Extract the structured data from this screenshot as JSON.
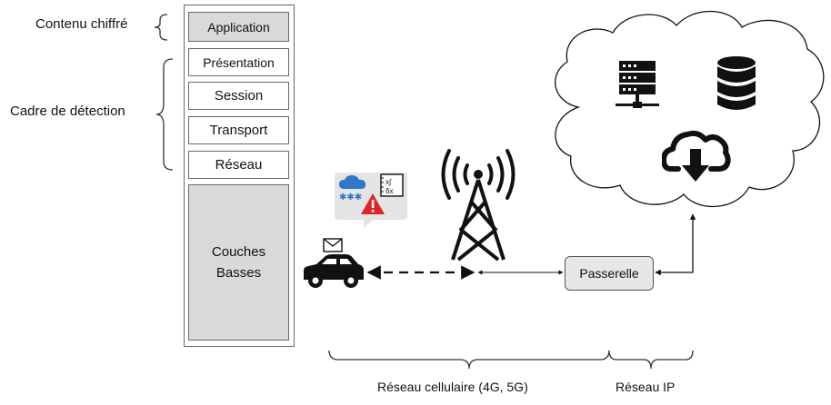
{
  "left_labels": {
    "encrypted": "Contenu chiffré",
    "detection": "Cadre de détection"
  },
  "stack": {
    "layers": [
      "Application",
      "Présentation",
      "Session",
      "Transport",
      "Réseau"
    ],
    "lower_line1": "Couches",
    "lower_line2": "Basses"
  },
  "gateway": "Passerelle",
  "bottom_labels": {
    "cellular": "Réseau cellulaire (4G, 5G)",
    "ip": "Réseau IP"
  },
  "colors": {
    "stack_border": "#5b6b7a",
    "shaded": "#d9d9d9",
    "gateway_fill": "#e7e7e7",
    "warning_red": "#e0242b",
    "snow_blue": "#2f76c9"
  },
  "icons": [
    "envelope-icon",
    "car-icon",
    "snow-cloud-icon",
    "warning-icon",
    "formula-icon",
    "cell-tower-icon",
    "server-icon",
    "database-icon",
    "cloud-download-icon"
  ]
}
